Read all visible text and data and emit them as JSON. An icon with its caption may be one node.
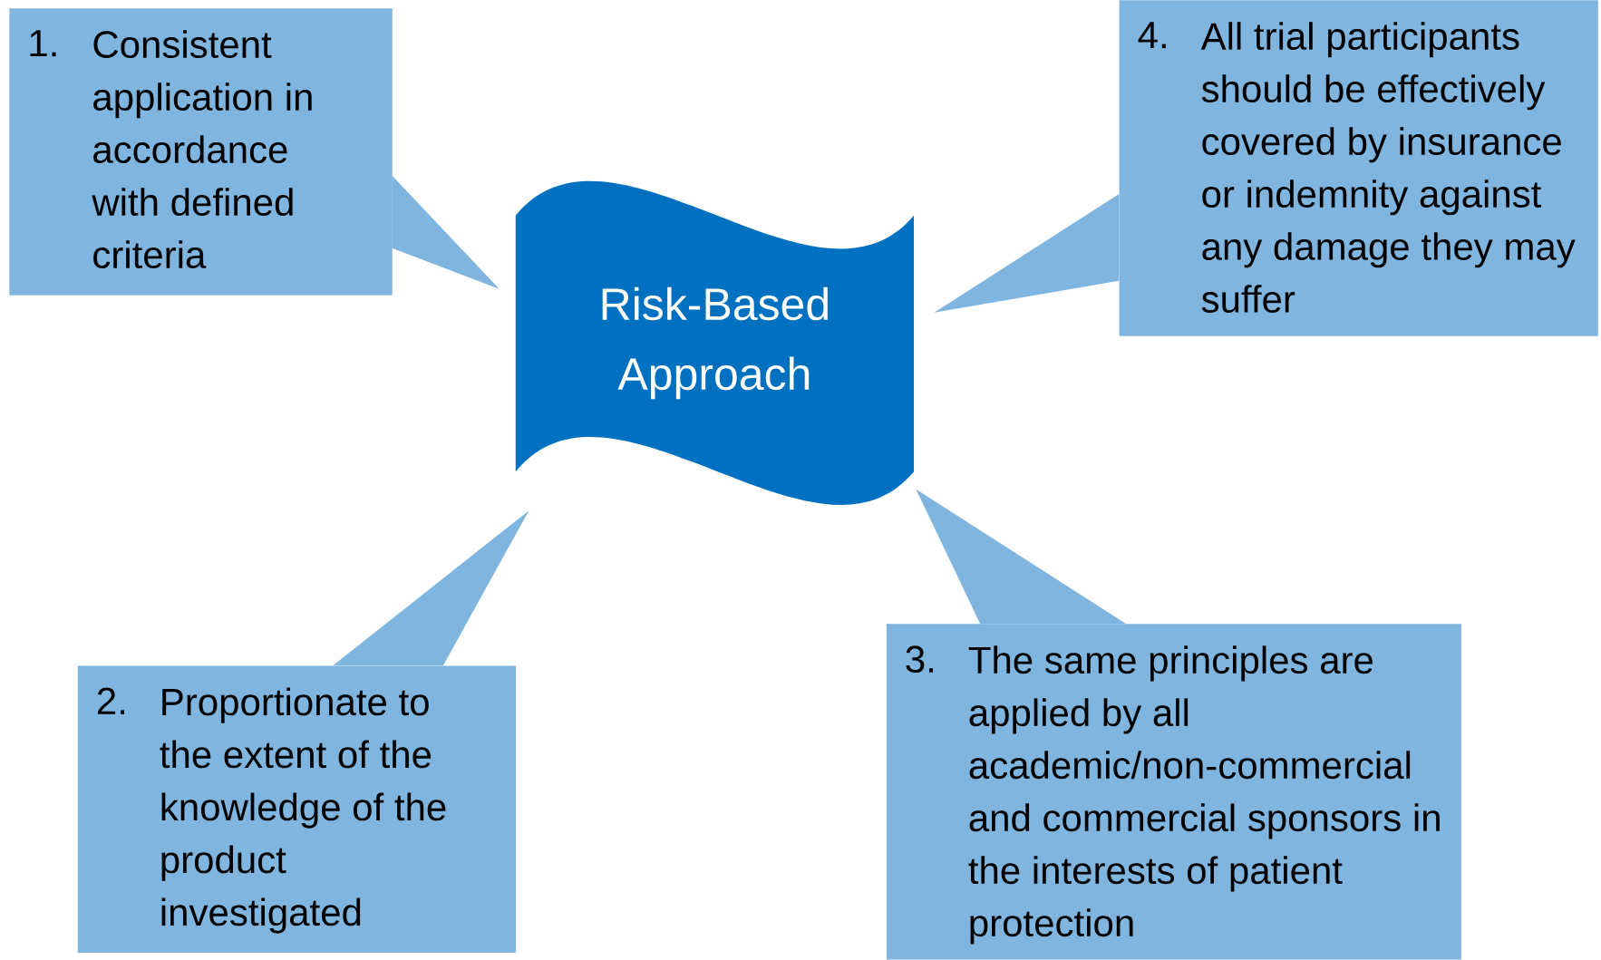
{
  "diagram": {
    "nodes": [
      {
        "text": [
          "1.",
          "Consistent application in accordance with defined criteria"
        ]
      },
      {
        "text": [
          "2.",
          "Proportionate to the extent of the knowledge of the product investigated"
        ]
      },
      {
        "text": [
          "3.",
          "The same principles are applied by all academic/non-commercial and commercial sponsors in the interests of patient protection"
        ]
      },
      {
        "text": [
          "4.",
          "All trial participants should be effectively covered by insurance or indemnity against any damage they may suffer"
        ]
      },
      {
        "text": [
          "Risk-Based Approach"
        ]
      }
    ]
  }
}
